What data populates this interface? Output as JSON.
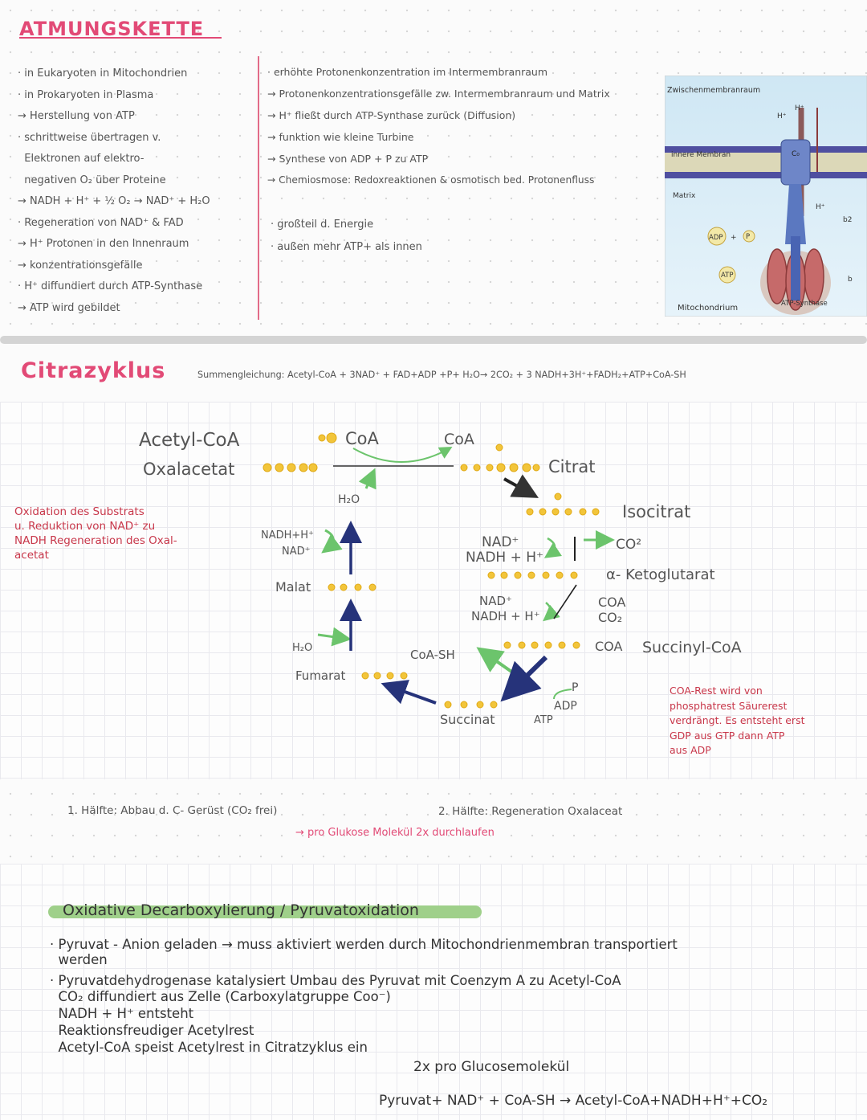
{
  "atmung": {
    "title": "ATMUNGSKETTE",
    "left_lines": [
      "· in Eukaryoten in Mitochondrien",
      "· in Prokaryoten in Plasma",
      "→ Herstellung von ATP",
      "· schrittweise übertragen v.",
      "  Elektronen auf elektro-",
      "  negativen O₂ über Proteine",
      "→ NADH + H⁺ + ½ O₂ → NAD⁺ + H₂O",
      "· Regeneration von NAD⁺ & FAD",
      "→ H⁺ Protonen in den Innenraum",
      "→ konzentrationsgefälle",
      "· H⁺ diffundiert durch ATP-Synthase",
      "→ ATP wird gebildet"
    ],
    "right_lines": [
      "· erhöhte Protonenkonzentration im Intermembranraum",
      "→ Protonenkonzentrationsgefälle zw. Intermembranraum und Matrix",
      "→ H⁺ fließt durch ATP-Synthase zurück (Diffusion)",
      "→ funktion wie kleine Turbine",
      "→ Synthese von ADP + P zu ATP",
      "→ Chemiosmose: Redoxreaktionen & osmotisch bed. Protonenfluss"
    ],
    "bottom_lines": [
      "· großteil d. Energie",
      "· außen mehr ATP+ als innen"
    ],
    "figure": {
      "label_top": "Zwischenmembranraum",
      "label_membrane": "innere Membran",
      "label_matrix": "Matrix",
      "label_h1": "H⁺",
      "label_h2": "H⁺",
      "label_h3": "H⁺",
      "label_c0": "C₀",
      "label_b2": "b2",
      "label_b": "b",
      "label_adp": "ADP",
      "label_plus": "+",
      "label_p": "P",
      "label_atp": "ATP",
      "label_mito": "Mitochondrium",
      "label_synthase": "ATP-Synthase"
    }
  },
  "citrat": {
    "title": "Citrazyklus",
    "summary": "Summengleichung: Acetyl-CoA + 3NAD⁺ + FAD+ADP +P+ H₂O→ 2CO₂ + 3 NADH+3H⁺+FADH₂+ATP+CoA-SH",
    "acetyl": "Acetyl-CoA",
    "oxalacetat": "Oxalacetat",
    "coa_top": "CoA",
    "coa_right": "CoA",
    "citrat": "Citrat",
    "isocitrat": "Isocitrat",
    "nad1": "NAD⁺",
    "nadh1": "NADH + H⁺",
    "co2_1": "CO²",
    "ketoglutarat": "α- Ketoglutarat",
    "nad2": "NAD⁺",
    "nadh2": "NADH + H⁺",
    "coa_out": "COA",
    "co2_2": "CO₂",
    "coa_succ": "COA",
    "succinyl": "Succinyl-CoA",
    "coash": "CoA-SH",
    "p": "P",
    "adp": "ADP",
    "atp": "ATP",
    "succinat": "Succinat",
    "fumarat": "Fumarat",
    "h2o_fum": "H₂O",
    "malat": "Malat",
    "nadh3": "NADH+H⁺",
    "nad3": "NAD⁺",
    "h2o_top": "H₂O",
    "note_left": [
      "Oxidation des Substrats",
      "u. Reduktion von NAD⁺ zu",
      "NADH Regeneration des Oxal-",
      "acetat"
    ],
    "note_right": [
      "COA-Rest wird von",
      "phosphatrest Säurerest",
      "verdrängt. Es entsteht erst",
      "GDP aus GTP dann ATP",
      "aus ADP"
    ],
    "half1": "1. Hälfte: Abbau d. C- Gerüst (CO₂ frei)",
    "half2": "2. Hälfte: Regeneration Oxalaceat",
    "per_glucose": "→ pro Glukose Molekül 2x durchlaufen"
  },
  "oxid": {
    "title": "Oxidative Decarboxylierung / Pyruvatoxidation",
    "lines": [
      "· Pyruvat - Anion geladen → muss aktiviert werden durch Mitochondrienmembran transportiert",
      "  werden",
      "· Pyruvatdehydrogenase katalysiert Umbau des Pyruvat mit Coenzym A zu Acetyl-CoA",
      "  CO₂ diffundiert aus Zelle (Carboxylatgruppe Coo⁻)",
      "  NADH + H⁺ entsteht",
      "  Reaktionsfreudiger Acetylrest",
      "  Acetyl-CoA speist Acetylrest in Citratzyklus ein"
    ],
    "per_glucose": "2x pro Glucosemolekül",
    "equation": "Pyruvat+ NAD⁺ + CoA-SH → Acetyl-CoA+NADH+H⁺+CO₂"
  },
  "colors": {
    "title_pink": "#e24a76",
    "note_red": "#c8374a",
    "highlight_green": "#9fd08a",
    "arrow_green": "#6cc46c",
    "dot_yellow": "#f2c53a",
    "arrow_navy": "#26337a"
  }
}
